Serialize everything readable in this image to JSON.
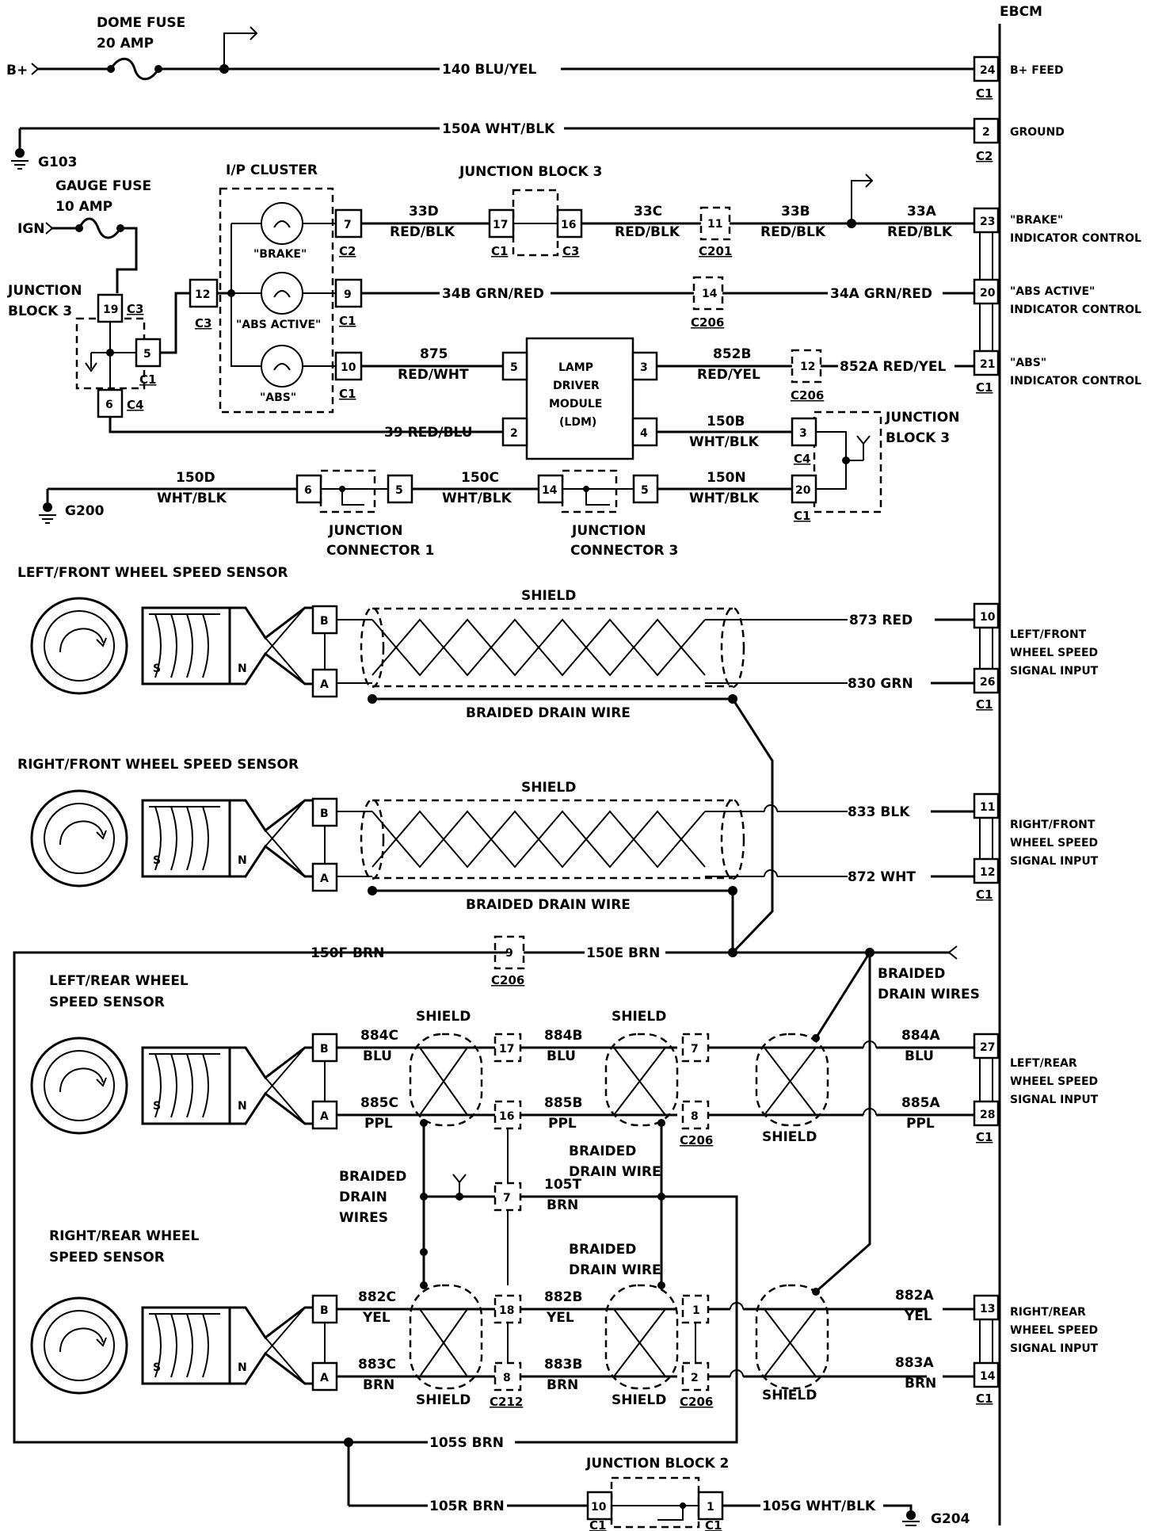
{
  "ebcm": {
    "title": "EBCM",
    "pins": [
      "24",
      "2",
      "23",
      "20",
      "21",
      "10",
      "26",
      "11",
      "12",
      "27",
      "28",
      "13",
      "14"
    ],
    "connectors": [
      "C1",
      "C2",
      "C1",
      "C1",
      "C1",
      "C1"
    ],
    "functions": [
      "B+ FEED",
      "GROUND",
      "\"BRAKE\"",
      "INDICATOR CONTROL",
      "\"ABS ACTIVE\"",
      "INDICATOR CONTROL",
      "\"ABS\"",
      "INDICATOR CONTROL",
      "LEFT/FRONT",
      "WHEEL SPEED",
      "SIGNAL INPUT",
      "RIGHT/FRONT",
      "WHEEL SPEED",
      "SIGNAL INPUT",
      "LEFT/REAR",
      "WHEEL SPEED",
      "SIGNAL INPUT",
      "RIGHT/REAR",
      "WHEEL SPEED",
      "SIGNAL INPUT"
    ]
  },
  "power": {
    "bplus": "B+",
    "dome_fuse": [
      "DOME FUSE",
      "20 AMP"
    ],
    "gauge_fuse": [
      "GAUGE FUSE",
      "10 AMP"
    ],
    "ign": "IGN",
    "grounds": [
      "G103",
      "G200",
      "G204"
    ]
  },
  "wires": {
    "w140": "140 BLU/YEL",
    "w150a": "150A WHT/BLK",
    "w33d": [
      "33D",
      "RED/BLK"
    ],
    "w33c": [
      "33C",
      "RED/BLK"
    ],
    "w33b": [
      "33B",
      "RED/BLK"
    ],
    "w33a": [
      "33A",
      "RED/BLK"
    ],
    "w34b": "34B GRN/RED",
    "w34a": "34A GRN/RED",
    "w875": [
      "875",
      "RED/WHT"
    ],
    "w852b": [
      "852B",
      "RED/YEL"
    ],
    "w852a": "852A RED/YEL",
    "w39": "39 RED/BLU",
    "w150b": [
      "150B",
      "WHT/BLK"
    ],
    "w150d": [
      "150D",
      "WHT/BLK"
    ],
    "w150c": [
      "150C",
      "WHT/BLK"
    ],
    "w150n": [
      "150N",
      "WHT/BLK"
    ],
    "w873": "873 RED",
    "w830": "830 GRN",
    "w833": "833 BLK",
    "w872": "872 WHT",
    "w150f": "150F BRN",
    "w150e": "150E BRN",
    "w884c": [
      "884C",
      "BLU"
    ],
    "w885c": [
      "885C",
      "PPL"
    ],
    "w884b": [
      "884B",
      "BLU"
    ],
    "w885b": [
      "885B",
      "PPL"
    ],
    "w884a": [
      "884A",
      "BLU"
    ],
    "w885a": [
      "885A",
      "PPL"
    ],
    "w105t": [
      "105T",
      "BRN"
    ],
    "w882c": [
      "882C",
      "YEL"
    ],
    "w883c": [
      "883C",
      "BRN"
    ],
    "w882b": [
      "882B",
      "YEL"
    ],
    "w883b": [
      "883B",
      "BRN"
    ],
    "w882a": [
      "882A",
      "YEL"
    ],
    "w883a": [
      "883A",
      "BRN"
    ],
    "w105s": "105S BRN",
    "w105r": "105R BRN",
    "w105g": "105G WHT/BLK"
  },
  "components": {
    "ip_cluster": "I/P CLUSTER",
    "lamps": [
      "\"BRAKE\"",
      "\"ABS ACTIVE\"",
      "\"ABS\""
    ],
    "junction_block_3": "JUNCTION BLOCK 3",
    "junction_block_3_left": [
      "JUNCTION",
      "BLOCK 3"
    ],
    "junction_block_3_right": [
      "JUNCTION",
      "BLOCK 3"
    ],
    "junction_block_2": "JUNCTION BLOCK 2",
    "ldm": [
      "LAMP",
      "DRIVER",
      "MODULE",
      "(LDM)"
    ],
    "junction_connector_1": [
      "JUNCTION",
      "CONNECTOR 1"
    ],
    "junction_connector_3": [
      "JUNCTION",
      "CONNECTOR 3"
    ],
    "sensor_lf": "LEFT/FRONT WHEEL SPEED SENSOR",
    "sensor_rf": "RIGHT/FRONT WHEEL SPEED SENSOR",
    "sensor_lr": [
      "LEFT/REAR WHEEL",
      "SPEED SENSOR"
    ],
    "sensor_rr": [
      "RIGHT/REAR WHEEL",
      "SPEED SENSOR"
    ],
    "shield": "SHIELD",
    "braided_drain_wire": "BRAIDED DRAIN WIRE",
    "braided_drain_wire_2": [
      "BRAIDED",
      "DRAIN WIRE"
    ],
    "braided_drain_wires": [
      "BRAIDED",
      "DRAIN WIRES"
    ],
    "braided_drain_wires_3": [
      "BRAIDED",
      "DRAIN",
      "WIRES"
    ]
  },
  "pins": {
    "ip_cluster": [
      "7",
      "9",
      "10",
      "12"
    ],
    "ip_conn": [
      "C2",
      "C1",
      "C1",
      "C3"
    ],
    "jb3_left": [
      "19",
      "5",
      "6"
    ],
    "jb3_left_conn": [
      "C3",
      "C1",
      "C4"
    ],
    "jb3_top": [
      "17",
      "16"
    ],
    "jb3_top_conn": [
      "C1",
      "C3"
    ],
    "c201": [
      "11",
      "C201"
    ],
    "c206_a": [
      "14",
      "C206"
    ],
    "c206_b": [
      "12",
      "C206"
    ],
    "ldm": [
      "5",
      "3",
      "2",
      "4"
    ],
    "jb3_right": [
      "3",
      "20"
    ],
    "jb3_right_conn": [
      "C4",
      "C1"
    ],
    "jc1": [
      "6",
      "5"
    ],
    "jc3": [
      "14",
      "5"
    ],
    "sensor": [
      "B",
      "A",
      "S",
      "N"
    ],
    "c206_c": [
      "9",
      "C206"
    ],
    "lr_mid": [
      "17",
      "16"
    ],
    "lr_right": [
      "7",
      "8",
      "C206"
    ],
    "mid_105t": "7",
    "rr_mid": [
      "18",
      "8",
      "C212"
    ],
    "rr_right": [
      "1",
      "2",
      "C206"
    ],
    "jb2": [
      "10",
      "1",
      "C1",
      "C1"
    ]
  }
}
